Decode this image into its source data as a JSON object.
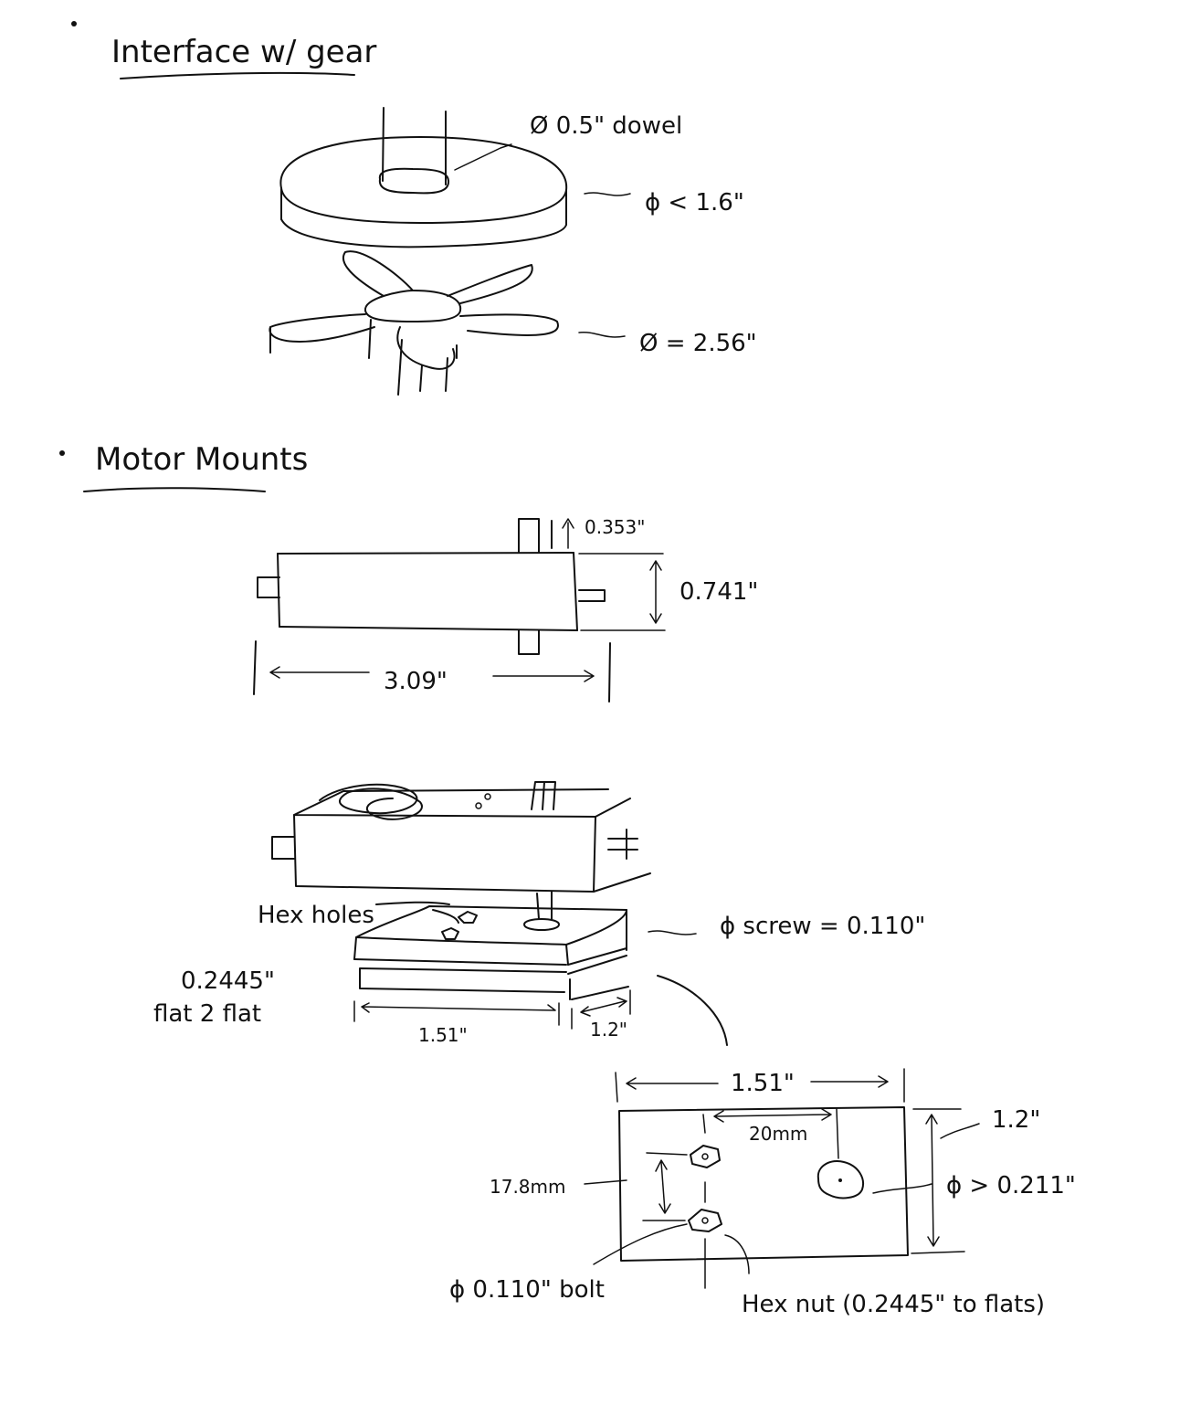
{
  "sections": {
    "interface": {
      "title": "Interface w/ gear",
      "dowel_label": "Ø 0.5\" dowel",
      "disk_label": "ϕ < 1.6\"",
      "gear_label": "Ø = 2.56\""
    },
    "motor_mounts": {
      "title": "Motor Mounts",
      "shaft_height_label": "0.353\"",
      "body_height_label": "0.741\"",
      "body_length_label": "3.09\"",
      "hex_holes_label": "Hex holes",
      "hex_flat_label": "0.2445\"",
      "hex_flat_note": "flat 2 flat",
      "screw_label": "ϕ screw = 0.110\"",
      "mount_length_label": "1.51\"",
      "mount_depth_label": "1.2\""
    },
    "top_view": {
      "width_label": "1.51\"",
      "spacing_label": "20mm",
      "height_label": "1.2\"",
      "vertical_spacing_label": "17.8mm",
      "shaft_hole_label": "ϕ > 0.211\"",
      "bolt_label": "ϕ 0.110\" bolt",
      "hex_nut_label": "Hex nut (0.2445\" to flats)"
    }
  }
}
